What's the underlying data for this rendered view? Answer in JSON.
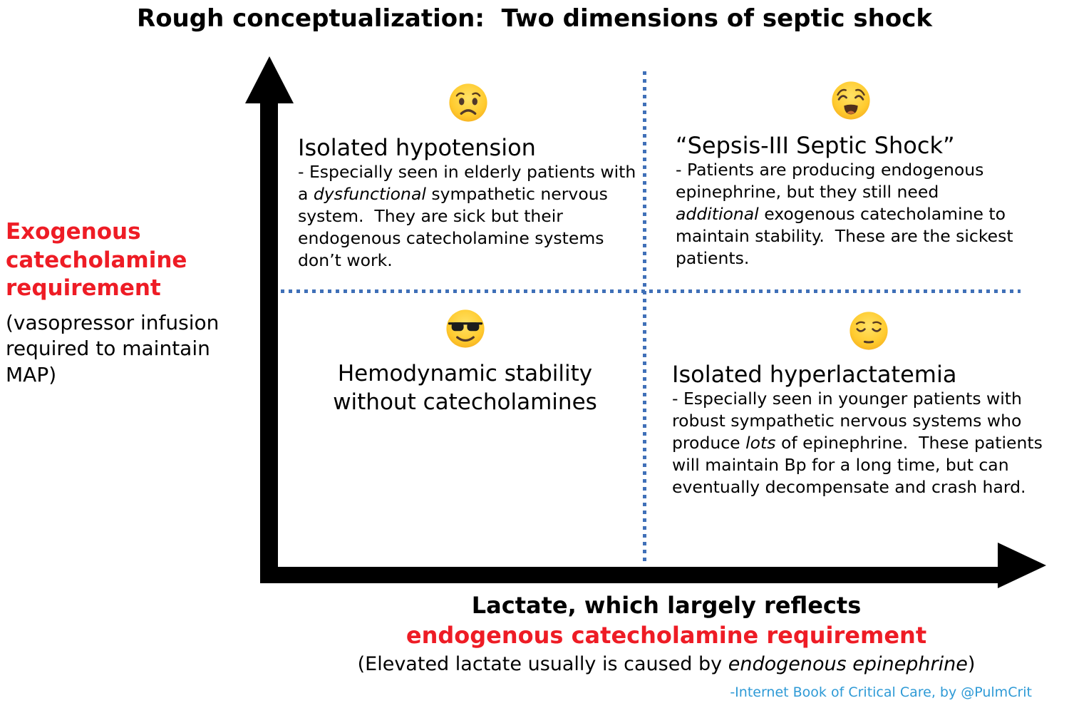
{
  "title": "Rough conceptualization:  Two dimensions of septic shock",
  "colors": {
    "accent_red": "#ee1c25",
    "divider_dot_blue": "#4070b8",
    "credit_blue": "#2e9ad6",
    "axis_black": "#000000",
    "emoji_yellow": "#ffcb2f"
  },
  "y_axis": {
    "label_bold": "Exogenous catecholamine requirement",
    "label_note": "(vasopressor infusion required to maintain MAP)"
  },
  "x_axis": {
    "label_line1": "Lactate, which largely reflects",
    "label_line2": "endogenous catecholamine requirement",
    "note": {
      "pre": "(Elevated lactate usually is caused by ",
      "italic": "endogenous epinephrine",
      "post": ")"
    }
  },
  "quadrants": {
    "top_left": {
      "emoji": "worried-face-emoji",
      "heading": "Isolated hypotension",
      "body": {
        "pre": "- Especially seen in elderly patients with a ",
        "italic": "dysfunctional",
        "post": " sympathetic nervous system.  They are sick but their endogenous catecholamine systems don’t work."
      }
    },
    "top_right": {
      "emoji": "weary-face-emoji",
      "heading": "“Sepsis-III Septic Shock”",
      "body": {
        "pre": "- Patients are producing endogenous epinephrine, but they still need ",
        "italic": "additional",
        "post": " exogenous catecholamine to maintain stability.  These are the sickest patients."
      }
    },
    "bottom_left": {
      "emoji": "smiling-face-with-sunglasses-emoji",
      "line1": "Hemodynamic stability",
      "line2": "without catecholamines"
    },
    "bottom_right": {
      "emoji": "pensive-face-emoji",
      "heading": "Isolated hyperlactatemia",
      "body": {
        "pre": "- Especially seen in younger patients with robust sympathetic nervous systems who produce ",
        "italic": "lots",
        "post": " of epinephrine.  These patients will maintain Bp for a long time, but can eventually decompensate and crash hard."
      }
    }
  },
  "credit": "-Internet Book of Critical Care, by @PulmCrit"
}
